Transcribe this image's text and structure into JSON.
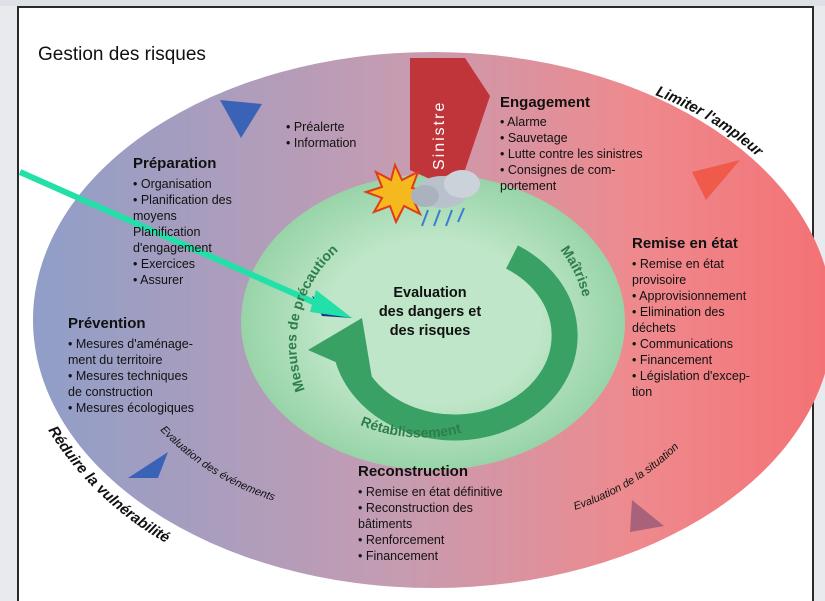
{
  "title": "Gestion des risques",
  "center": [
    "Evaluation",
    "des dangers et",
    "des risques"
  ],
  "inner_ring": {
    "precaution": "Mesures de précaution",
    "maitrise": "Maîtrise",
    "retablissement": "Rétablissement"
  },
  "sinistre": "Sinistre",
  "outer_labels": {
    "limiter": "Limiter l'ampleur",
    "reduire": "Réduire la vulnérabilité",
    "eval_evenements": "Evaluation des événements",
    "eval_situation": "Evaluation de la situation"
  },
  "prealerte": [
    "• Préalerte",
    "• Information"
  ],
  "preparation": {
    "heading": "Préparation",
    "items": [
      "• Organisation",
      "• Planification des",
      "   moyens",
      "   Planification",
      "   d'engagement",
      "• Exercices",
      "• Assurer"
    ]
  },
  "prevention": {
    "heading": "Prévention",
    "items": [
      "• Mesures d'aménage-",
      "   ment du territoire",
      "• Mesures techniques",
      "   de construction",
      "• Mesures écologiques"
    ]
  },
  "engagement": {
    "heading": "Engagement",
    "items": [
      "• Alarme",
      "• Sauvetage",
      "• Lutte contre les sinistres",
      "• Consignes de com-",
      "   portement"
    ]
  },
  "remise": {
    "heading": "Remise en état",
    "items": [
      "• Remise en état",
      "   provisoire",
      "• Approvisionnement",
      "• Elimination des",
      "   déchets",
      "• Communications",
      "• Financement",
      "• Législation d'excep-",
      "   tion"
    ]
  },
  "reconstruction": {
    "heading": "Reconstruction",
    "items": [
      "• Remise en état définitive",
      "• Reconstruction des",
      "   bâtiments",
      "• Renforcement",
      "• Financement"
    ]
  },
  "colors": {
    "outer_left": "#8f9ec8",
    "outer_right": "#f2787a",
    "inner_ring": "#a7dcb6",
    "green_arrow": "#3aa164",
    "pointer_arrow": "#22e0a8",
    "triangle_blue": "#3a63b7",
    "triangle_red": "#f05a4a",
    "triangle_mauve": "#a8637a"
  }
}
